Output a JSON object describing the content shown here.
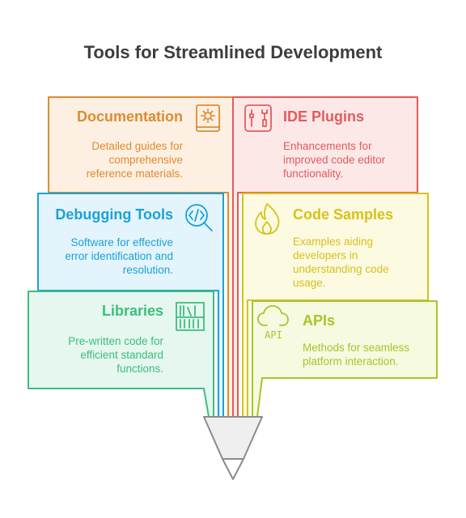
{
  "title": "Tools for Streamlined Development",
  "colors": {
    "documentation": "#e08a32",
    "ide_plugins": "#e35b5b",
    "debugging": "#1aa2d6",
    "code_samples": "#d6c21a",
    "libraries": "#3dbd7d",
    "apis": "#a7c52a"
  },
  "cards": {
    "documentation": {
      "title": "Documentation",
      "icon": "gear-book-icon",
      "desc": [
        "Detailed guides for",
        "comprehensive",
        "reference materials."
      ]
    },
    "ide_plugins": {
      "title": "IDE Plugins",
      "icon": "tools-icon",
      "desc": [
        "Enhancements for",
        "improved code editor",
        "functionality."
      ]
    },
    "debugging": {
      "title": "Debugging Tools",
      "icon": "code-search-icon",
      "desc": [
        "Software for effective",
        "error identification and",
        "resolution."
      ]
    },
    "code_samples": {
      "title": "Code Samples",
      "icon": "flame-icon",
      "desc": [
        "Examples aiding",
        "developers in",
        "understanding code",
        "usage."
      ]
    },
    "libraries": {
      "title": "Libraries",
      "icon": "bookshelf-icon",
      "desc": [
        "Pre-written code for",
        "efficient standard",
        "functions."
      ]
    },
    "apis": {
      "title": "APIs",
      "icon": "cloud-api-icon",
      "icon_text": "API",
      "desc": [
        "Methods for seamless",
        "platform interaction."
      ]
    }
  }
}
